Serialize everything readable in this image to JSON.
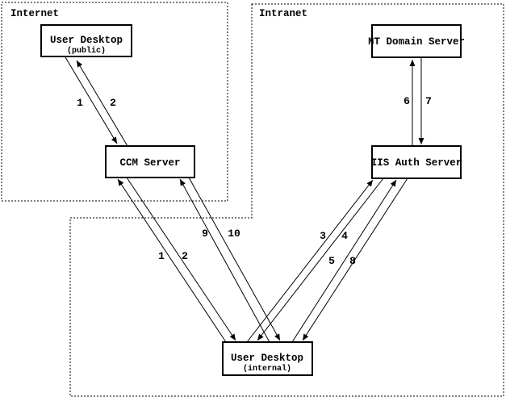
{
  "regions": {
    "internet": {
      "label": "Internet"
    },
    "intranet": {
      "label": "Intranet"
    }
  },
  "nodes": {
    "user_desktop_public": {
      "title": "User Desktop",
      "subtitle": "(public)"
    },
    "ccm_server": {
      "title": "CCM Server"
    },
    "nt_domain_server": {
      "title": "NT Domain Server"
    },
    "iis_auth_server": {
      "title": "IIS Auth Server"
    },
    "user_desktop_internal": {
      "title": "User Desktop",
      "subtitle": "(internal)"
    }
  },
  "edges": {
    "public_to_ccm": {
      "request": "1",
      "response": "2"
    },
    "internal_to_ccm": {
      "request": "1",
      "response": "2"
    },
    "internal_to_ccm_alt": {
      "request": "9",
      "response": "10"
    },
    "internal_to_iis": {
      "request": "3",
      "response": "4"
    },
    "internal_to_iis_alt": {
      "request": "5",
      "response": "8"
    },
    "iis_to_nt": {
      "request": "6",
      "response": "7"
    }
  },
  "colors": {
    "line": "#000000",
    "background": "#ffffff"
  }
}
